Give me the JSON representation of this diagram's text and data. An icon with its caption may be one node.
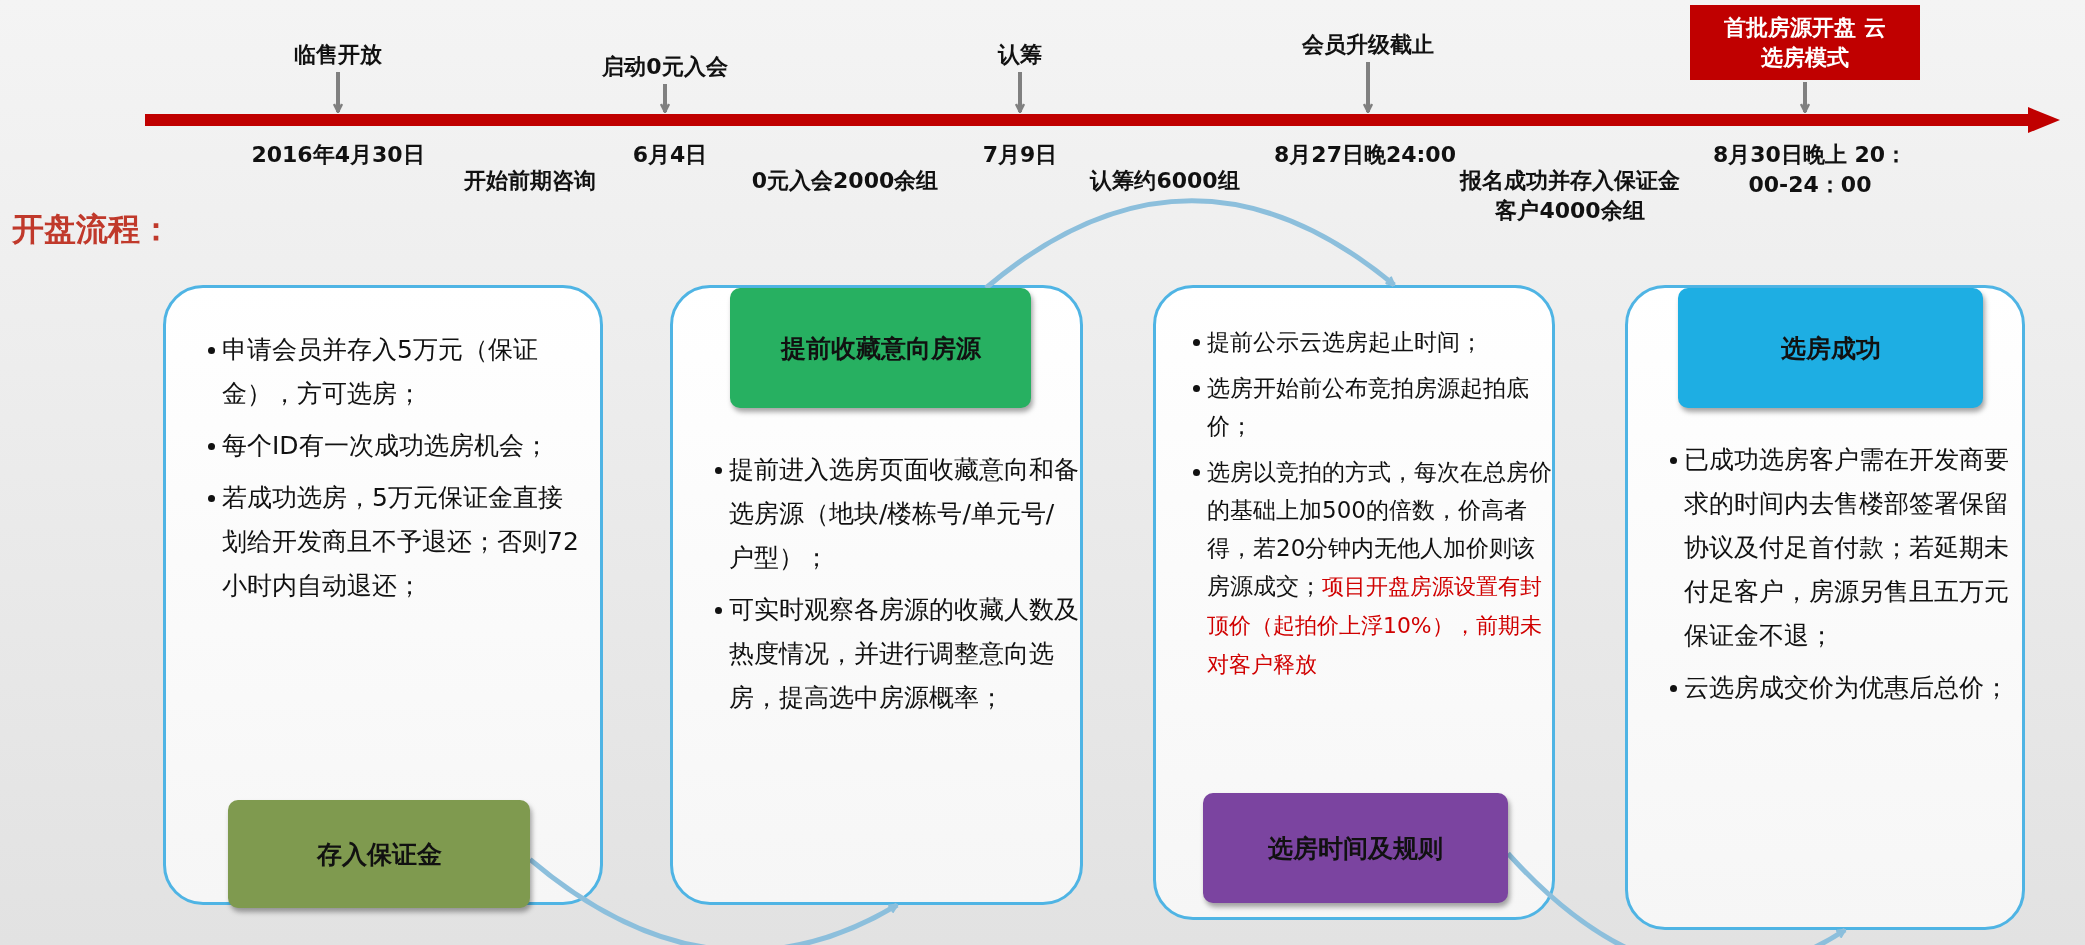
{
  "diagram": {
    "title": "开盘流程：",
    "nodes": [
      {
        "text": [
          "临售开放"
        ]
      },
      {
        "text": [
          "启动0元入会"
        ]
      },
      {
        "text": [
          "认筹"
        ]
      },
      {
        "text": [
          "会员升级截止"
        ]
      },
      {
        "text": [
          "首批房源开盘 云选房模式"
        ]
      },
      {
        "text": [],
        "shape": "bar"
      },
      {
        "text": [
          "申请会员并存入5万元（保证金），方可选房；",
          "每个ID有一次成功选房机会；",
          "若成功选房，5万元保证金直接划给开发商且不予退还；否则72小时内自动退还；"
        ]
      },
      {
        "text": [
          "存入保证金"
        ],
        "in": 6
      },
      {
        "text": [
          "提前进入选房页面收藏意向和备选房源（地块/楼栋号/单元号/户型）；",
          "可实时观察各房源的收藏人数及热度情况，并进行调整意向选房，提高选中房源概率；"
        ]
      },
      {
        "text": [
          "提前收藏意向房源"
        ],
        "in": 8
      },
      {
        "text": [
          "提前公示云选房起止时间；",
          "选房开始前公布竞拍房源起拍底价；",
          "选房以竞拍的方式，每次在总房价的基础上加500的倍数，价高者得，若20分钟内无他人加价则该房源成交；",
          "项目开盘房源设置有封顶价（起拍价上浮10%），前期未对客户释放"
        ]
      },
      {
        "text": [
          "选房时间及规则"
        ],
        "in": 10
      },
      {
        "text": [
          "已成功选房客户需在开发商要求的时间内去售楼部签署保留协议及付足首付款；若延期未付足客户，房源另售且五万元保证金不退；",
          "云选房成交价为优惠后总价；"
        ]
      },
      {
        "text": [
          "选房成功"
        ],
        "in": 12
      }
    ],
    "edges": [
      {
        "from": 0,
        "to": 5,
        "arrow": "to"
      },
      {
        "from": 1,
        "to": 5,
        "arrow": "to"
      },
      {
        "from": 2,
        "to": 5,
        "arrow": "to"
      },
      {
        "from": 3,
        "to": 5,
        "arrow": "to"
      },
      {
        "from": 4,
        "to": 5,
        "arrow": "to"
      },
      {
        "from": 7,
        "to": 8,
        "arrow": "to",
        "color": "#8cbfdc"
      },
      {
        "from": 9,
        "to": 10,
        "arrow": "to",
        "color": "#8cbfdc"
      },
      {
        "from": 11,
        "to": 12,
        "arrow": "to",
        "color": "#8cbfdc"
      }
    ],
    "labels": [
      "2016年4月30日",
      "开始前期咨询",
      "6月4日",
      "0元入会2000余组",
      "7月9日",
      "认筹约6000组",
      "8月27日晚24:00",
      "报名成功并存入保证金客户4000余组",
      "8月30日晚上 20：00-24：00"
    ]
  }
}
